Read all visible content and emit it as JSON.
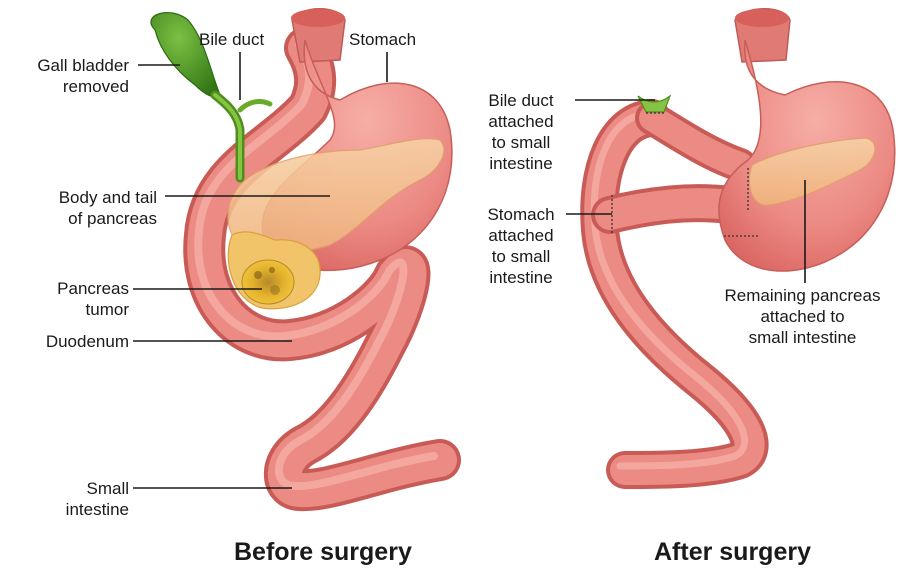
{
  "before": {
    "caption": "Before surgery",
    "labels": {
      "gall_bladder": [
        "Gall bladder",
        "removed"
      ],
      "bile_duct": [
        "Bile duct"
      ],
      "stomach": [
        "Stomach"
      ],
      "body_tail_pancreas": [
        "Body and tail",
        "of pancreas"
      ],
      "pancreas_tumor": [
        "Pancreas",
        "tumor"
      ],
      "duodenum": [
        "Duodenum"
      ],
      "small_intestine": [
        "Small",
        "intestine"
      ]
    }
  },
  "after": {
    "caption": "After surgery",
    "labels": {
      "bile_duct_attached": [
        "Bile duct",
        "attached",
        "to small",
        "intestine"
      ],
      "stomach_attached": [
        "Stomach",
        "attached",
        "to small",
        "intestine"
      ],
      "remaining_pancreas": [
        "Remaining pancreas",
        "attached to",
        "small intestine"
      ]
    }
  },
  "colors": {
    "stomach": "#ec8a84",
    "intestine": "#e97d78",
    "pancreas": "#f3c08e",
    "gall_bladder": "#3f8a1c",
    "bile_duct": "#6aaa28",
    "tumor": "#e9b628"
  }
}
